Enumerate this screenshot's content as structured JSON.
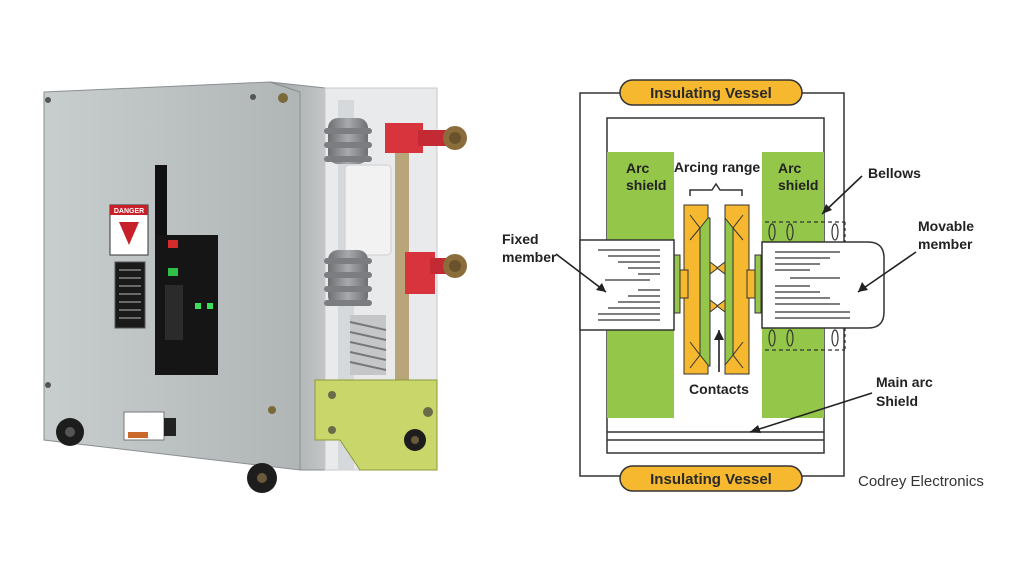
{
  "photo": {
    "description_icon": "vacuum-circuit-breaker-photo",
    "warning_label": "DANGER"
  },
  "diagram": {
    "vessel_top": "Insulating Vessel",
    "vessel_bottom": "Insulating Vessel",
    "arc_shield_left_1": "Arc",
    "arc_shield_left_2": "shield",
    "arc_shield_right_1": "Arc",
    "arc_shield_right_2": "shield",
    "arcing_range": "Arcing range",
    "bellows": "Bellows",
    "fixed_member_1": "Fixed",
    "fixed_member_2": "member",
    "movable_member_1": "Movable",
    "movable_member_2": "member",
    "contacts": "Contacts",
    "main_arc_1": "Main arc",
    "main_arc_2": "Shield",
    "credit": "Codrey Electronics"
  },
  "colors": {
    "vessel_fill": "#f5b82e",
    "shield_green": "#94c64a",
    "contact_orange": "#f5b82e",
    "cabinet_grey": "#b7bcbd",
    "bracket_yellow": "#c9d66a",
    "insulator_grey": "#8d8f92",
    "terminal_red": "#d8343e"
  }
}
